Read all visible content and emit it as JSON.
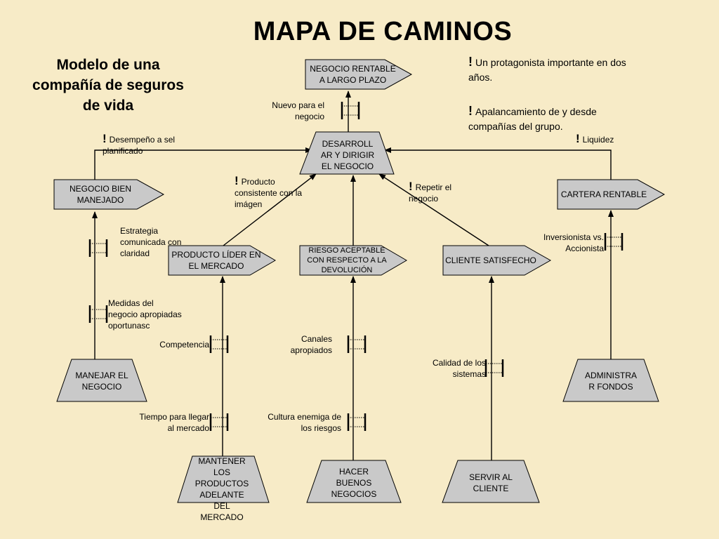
{
  "title": "MAPA DE CAMINOS",
  "subtitle": "Modelo de una compañía de seguros de vida",
  "colors": {
    "background": "#f7ebc7",
    "shape_fill": "#c9c9c9",
    "line": "#000000"
  },
  "nodes": {
    "negocio_rentable": "NEGOCIO RENTABLE\nA   LARGO PLAZO",
    "desarrollar": "DESARROLL\nAR Y DIRIGIR\nEL NEGOCIO",
    "negocio_bien_manejado": "NEGOCIO BIEN\nMANEJADO",
    "cartera_rentable": "CARTERA RENTABLE",
    "producto_lider": "PRODUCTO LÍDER EN\nEL MERCADO",
    "riesgo_aceptable": "RIESGO ACEPTABLE\nCON RESPECTO A LA\nDEVOLUCIÓN",
    "cliente_satisfecho": "CLIENTE SATISFECHO",
    "manejar_negocio": "MANEJAR EL\nNEGOCIO",
    "mantener_productos": "MANTENER\nLOS\nPRODUCTOS\nADELANTE\nDEL\nMERCADO",
    "hacer_negocios": "HACER\nBUENOS\nNEGOCIOS",
    "servir_cliente": "SERVIR AL\nCLIENTE",
    "administrar_fondos": "ADMINISTRA\nR FONDOS"
  },
  "labels": {
    "nuevo_negocio": "Nuevo para el\nnegocio",
    "desempeno": "Desempeño a sel\nplanificado",
    "producto_consistente": "Producto\nconsistente con la\nimágen",
    "repetir_negocio": "Repetir el\nnegocio",
    "liquidez": "Liquidez",
    "estrategia": "Estrategia\ncomunicada con\nclaridad",
    "medidas": "Medidas del\nnegocio apropiadas\noportunasc",
    "competencia": "Competencia",
    "tiempo": "Tiempo para llegar\nal mercado",
    "canales": "Canales\napropiados",
    "cultura": "Cultura enemiga de\nlos riesgos",
    "calidad": "Calidad de los\nsistemas",
    "inversionista": "Inversionista vs.\nAccionista"
  },
  "notes": {
    "protagonista": "Un protagonista importante en dos años.",
    "apalancamiento": "Apalancamiento de y desde compañías del grupo."
  },
  "bang": "!"
}
